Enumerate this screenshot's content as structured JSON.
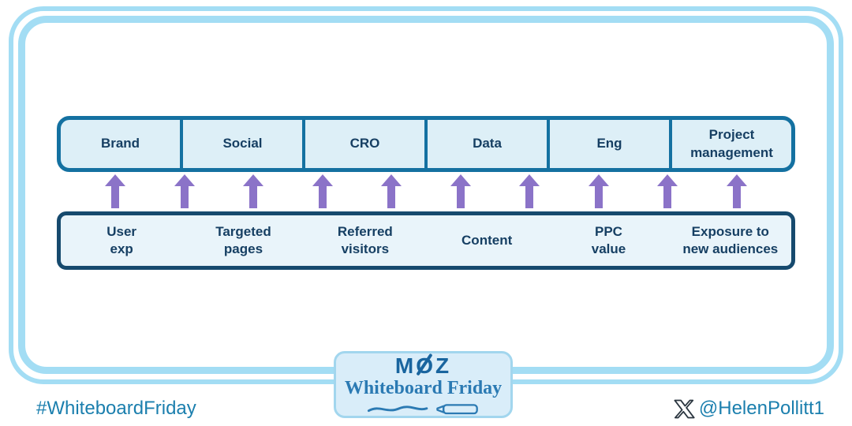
{
  "top_bar": {
    "items": [
      "Brand",
      "Social",
      "CRO",
      "Data",
      "Eng",
      "Project\nmanagement"
    ]
  },
  "bottom_bar": {
    "items": [
      "User\nexp",
      "Targeted\npages",
      "Referred\nvisitors",
      "Content",
      "PPC\nvalue",
      "Exposure to\nnew audiences"
    ]
  },
  "arrows": {
    "count": 10,
    "direction": "up",
    "icon": "up-arrow-icon",
    "color": "#8b73c8"
  },
  "badge": {
    "logo": "MOZ",
    "title": "Whiteboard Friday"
  },
  "footer": {
    "hashtag": "#WhiteboardFriday",
    "handle": "@HelenPollitt1",
    "x_icon": "x-logo-icon"
  },
  "colors": {
    "frame_blue": "#a3ddf4",
    "top_bar_border": "#1471a1",
    "top_bar_fill": "#ddeff7",
    "bottom_bar_border": "#164a6e",
    "bottom_bar_fill": "#e9f4fa",
    "label_navy": "#163f63",
    "arrow_purple": "#8b73c8",
    "badge_fill": "#d9edf9",
    "badge_border": "#a2d6ee",
    "moz_blue": "#19659f",
    "wbf_blue": "#2b7ab3",
    "footer_teal": "#1b7fae"
  }
}
